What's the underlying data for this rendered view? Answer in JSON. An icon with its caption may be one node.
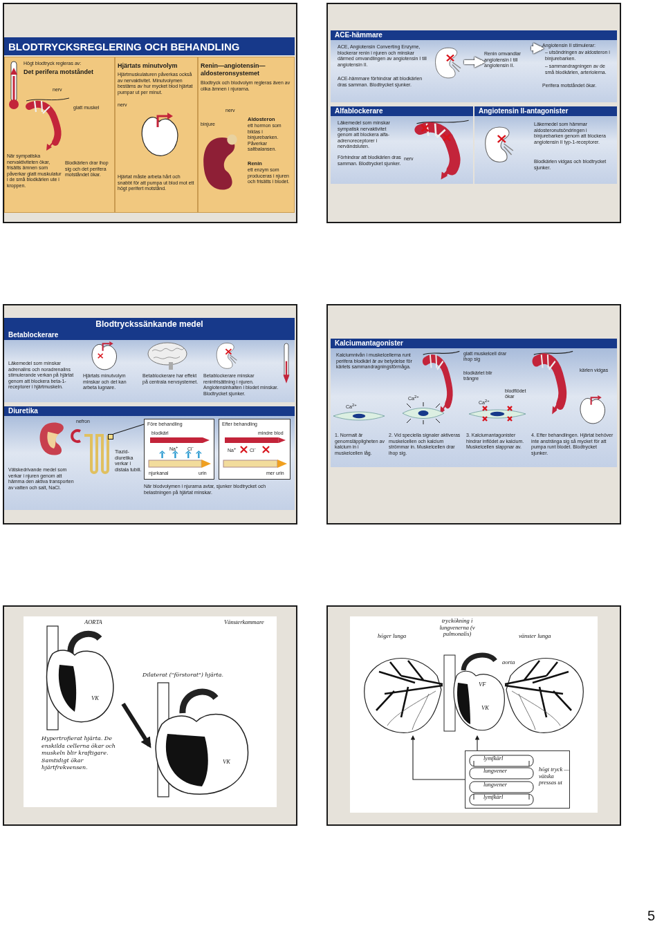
{
  "diagram": {
    "nodes": [
      {
        "text": [],
        "shape": "box"
      },
      {
        "text": [
          "BLODTRYCKSREGLERING OCH BEHANDLING"
        ],
        "in": 0
      },
      {
        "text": [
          "Högt blodtryck regleras av:",
          "Det perifera motståndet",
          "När sympatiska nervaktiviteten ökar, frisätts ämnen som påverkar glatt muskulatur i de små blodkärlen ute i kroppen.",
          "Blodkärlen drar ihop sig och det perifera motståndet ökar."
        ],
        "in": 0
      },
      {
        "text": [
          "Hjärtats minutvolym",
          "Hjärtmuskulaturen påverkas också av nervaktivitet. Minutvolymen bestäms av hur mycket blod hjärtat pumpar ut per minut.",
          "Hjärtat måste arbeta hårt och snabbt för att pumpa ut blod mot ett högt perifert motstånd."
        ],
        "in": 0
      },
      {
        "text": [
          "Renin—angiotensin—aldosteronsystemet",
          "Blodtryck och blodvolym regleras även av olika ämnen i njurarna.",
          "Aldosteron",
          "ett hormon som bildas i binjurebarken. Påverkar saltbalansen.",
          "Renin",
          "ett enzym som produceras i njuren och frisätts i blodet."
        ],
        "in": 0
      },
      {
        "text": [],
        "shape": "box"
      },
      {
        "text": [
          "ACE-hämmare",
          "ACE, Angiotensin Converting Enzyme, blockerar renin i njuren och minskar därmed omvandlingen av angiotensin I till angiotensin II.",
          "ACE-hämmare förhindrar att blodkärlen dras samman. Blodtrycket sjunker."
        ],
        "in": 5
      },
      {
        "text": [],
        "shape": "picture",
        "in": 6
      },
      {
        "text": [
          "Renin omvandlar angiotensin I till angiotensin II."
        ],
        "in": 6
      },
      {
        "text": [
          "Angiotensin II stimulerar:",
          "– utsöndringen av aldosteron i binjurebarken.",
          "– sammandragningen av de små blodkärlen, arteriolerna.",
          "Perifera motståndet ökar."
        ],
        "in": 6
      },
      {
        "text": [
          "Alfablockerare",
          "Läkemedel som minskar sympatisk nervaktivitet genom att blockera alfa-adrenoreceptorer i nervändsluten.",
          "Förhindrar att blodkärlen dras samman. Blodtrycket sjunker."
        ],
        "in": 5
      },
      {
        "text": [
          "Angiotensin II-antagonister",
          "Läkemedel som hämmar aldosteronutsöndringen i binjurebarken genom att blockera angiotensin II typ-1-receptorer.",
          "Blodkärlen vidgas och blodtrycket sjunker."
        ],
        "in": 5
      },
      {
        "text": [],
        "shape": "box"
      },
      {
        "text": [
          "Blodtryckssänkande medel"
        ],
        "in": 12
      },
      {
        "text": [
          "Betablockerare",
          "Läkemedel som minskar adrenalins och noradrenalins stimulerande verkan på hjärtat genom att blockera beta-1-receptorer i hjärtmuskeln.",
          "Hjärtats minutvolym minskar och det kan arbeta lugnare.",
          "Betablockerare har effekt på centrala nervsystemet.",
          "Betablockerare minskar reninfrisättning i njuren. Angiotensinhalten i blodet minskar. Blodtrycket sjunker."
        ],
        "in": 12
      },
      {
        "text": [
          "Diuretika",
          "Vätskedrivande medel som verkar i njuren genom att hämma den aktiva transporten av vatten och salt, NaCl.",
          "Tiazid-diuretika verkar i distala tubili.",
          "När blodvolymen i njurarna avtar, sjunker blodtrycket och belastningen på hjärtat minskar."
        ],
        "in": 12
      },
      {
        "text": [],
        "shape": "box",
        "in": 15
      },
      {
        "text": [
          "Före behandling",
          "blodkärl",
          "Na$^{+}$",
          "Cl$^{-}$",
          "njurkanal",
          "urin"
        ],
        "in": 15
      },
      {
        "text": [
          "Efter behandling",
          "mindre blod",
          "Na$^{+}$",
          "Cl$^{-}$",
          "mer urin"
        ],
        "in": 15
      },
      {
        "text": [],
        "shape": "box"
      },
      {
        "text": [
          "Kalciumantagonister",
          "Kalciumnivån i muskelcellerna runt perifera blodkärl är av betydelse för kärlets sammandragningsförmåga.",
          "1. Normalt är genomsläppligheten av kalcium in i muskelcellen låg.",
          "2. Vid speciella signaler aktiveras muskelcellen och kalcium strömmar in. Muskelcellen drar ihop sig.",
          "3. Kalciumantagonister hindrar inflödet av kalcium. Muskelcellen slappnar av.",
          "4. Efter behandlingen. Hjärtat behöver inte anstränga sig så mycket för att pumpa runt blodet. Blodtrycket sjunker."
        ],
        "in": 19
      },
      {
        "text": [],
        "shape": "box"
      },
      {
        "text": [],
        "shape": "picture",
        "in": 21,
        "beside": [
          "Hypertrofierat hjärta. De enskilda cellerna ökar och muskeln blir kraftigare. Samtidigt ökar hjärtfrekvensen."
        ]
      },
      {
        "text": [],
        "shape": "picture",
        "in": 21,
        "beside": [
          "Dilaterat (\"förstorat\") hjärta."
        ]
      },
      {
        "text": [],
        "shape": "box"
      },
      {
        "text": [],
        "shape": "picture",
        "in": 24
      },
      {
        "text": [
          "lymfkärl",
          "lungvener",
          "lungvener",
          "lymfkärl",
          "högt tryck — vätska pressas ut"
        ],
        "in": 24
      }
    ],
    "edges": [
      {
        "from": 7,
        "to": 8,
        "arrow": "to",
        "style": "thick",
        "color": "#ffffff"
      },
      {
        "from": 8,
        "to": 9,
        "arrow": "to",
        "style": "thick",
        "color": "#ffffff"
      },
      {
        "from": 16,
        "to": 17,
        "arrow": "none"
      },
      {
        "from": 22,
        "to": 23,
        "arrow": "to",
        "style": "thick"
      },
      {
        "from": 26,
        "to": 25,
        "arrow": "to"
      },
      {
        "from": 26,
        "to": 25,
        "arrow": "to"
      }
    ],
    "labels": [
      "nerv",
      "glatt muskel",
      "nerv",
      "nerv",
      "binjure",
      "nerv",
      "nefron",
      "glatt muskelcell drar ihop sig",
      "blodkärlet blir trängre",
      "kärlen vidgas",
      "blodflödet ökar",
      "Ca$^{2+}$",
      "Ca$^{2+}$",
      "Ca$^{2+}$",
      "AORTA",
      "Vänsterkammare",
      "VK",
      "VK",
      "höger lunga",
      "tryckökning i lungvenerna (v pulmonalis)",
      "vänster lunga",
      "aorta",
      "VF",
      "VK",
      "5"
    ]
  }
}
